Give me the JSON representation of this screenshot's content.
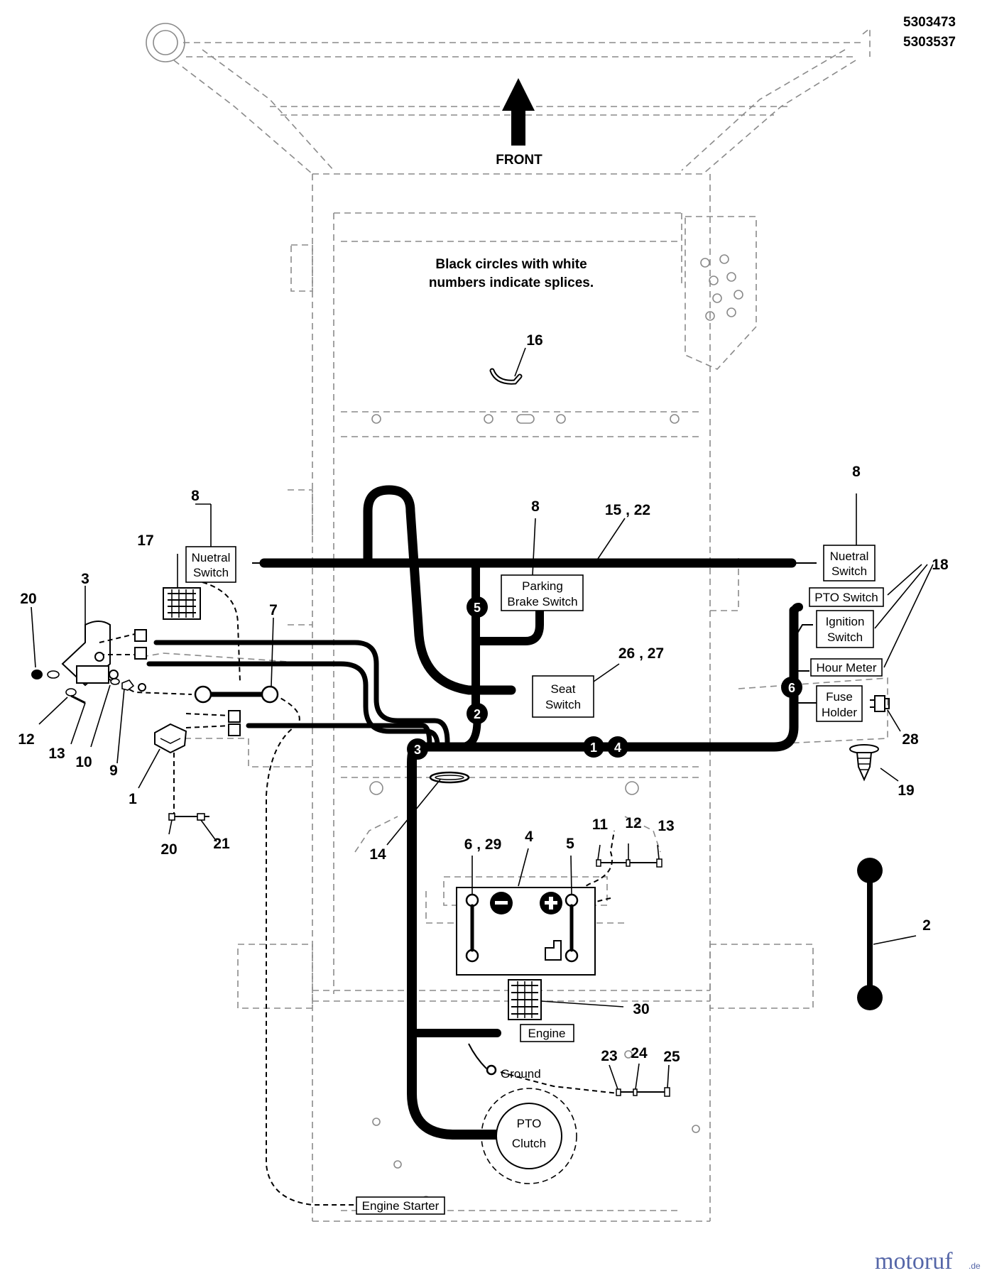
{
  "part_numbers": [
    "5303473",
    "5303537"
  ],
  "front_label": "FRONT",
  "note": [
    "Black circles with white",
    "numbers indicate splices."
  ],
  "boxes": {
    "neutral_left": [
      "Nuetral",
      "Switch"
    ],
    "neutral_right": [
      "Nuetral",
      "Switch"
    ],
    "parking": [
      "Parking",
      "Brake Switch"
    ],
    "seat": [
      "Seat",
      "Switch"
    ],
    "pto_switch": [
      "PTO Switch"
    ],
    "ignition": [
      "Ignition",
      "Switch"
    ],
    "hour_meter": [
      "Hour Meter"
    ],
    "fuse": [
      "Fuse",
      "Holder"
    ],
    "engine": [
      "Engine"
    ],
    "engine_starter": [
      "Engine Starter"
    ],
    "pto_clutch": [
      "PTO",
      "Clutch"
    ]
  },
  "ground_label": "Ground",
  "splices": [
    "1",
    "2",
    "3",
    "4",
    "5",
    "6"
  ],
  "callouts": {
    "c8a": "8",
    "c17": "17",
    "c3": "3",
    "c20a": "20",
    "c7": "7",
    "c12a": "12",
    "c13a": "13",
    "c10": "10",
    "c9": "9",
    "c1": "1",
    "c20b": "20",
    "c21": "21",
    "c16": "16",
    "c8b": "8",
    "c15_22": "15 , 22",
    "c8c": "8",
    "c18": "18",
    "c26_27": "26 , 27",
    "c28": "28",
    "c19": "19",
    "c14": "14",
    "c6_29": "6 , 29",
    "c4": "4",
    "c5": "5",
    "c11": "11",
    "c12b": "12",
    "c13b": "13",
    "c2": "2",
    "c30": "30",
    "c23": "23",
    "c24": "24",
    "c25": "25"
  },
  "watermark": {
    "main": "motoruf",
    "suffix": ".de"
  }
}
